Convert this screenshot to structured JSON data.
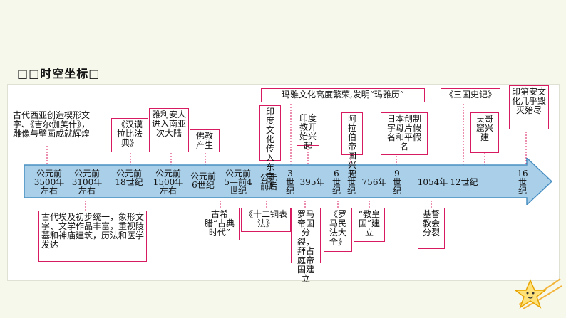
{
  "title": "□□时空坐标□",
  "timeline": {
    "points": [
      {
        "id": "p1",
        "lines": [
          "公元前",
          "3500年",
          "左右"
        ]
      },
      {
        "id": "p2",
        "lines": [
          "公元前",
          "3100年",
          "左右"
        ]
      },
      {
        "id": "p3",
        "lines": [
          "公元前",
          "18世纪"
        ]
      },
      {
        "id": "p4",
        "lines": [
          "公元前",
          "1500年",
          "左右"
        ]
      },
      {
        "id": "p5",
        "lines": [
          "公元前",
          "6世纪"
        ]
      },
      {
        "id": "p6",
        "lines": [
          "公元前",
          "5—前4",
          "世纪"
        ]
      },
      {
        "id": "p7",
        "lines": [
          "公元",
          "前后"
        ]
      },
      {
        "id": "p8",
        "text": "3\n世\n纪"
      },
      {
        "id": "p9",
        "lines": [
          "395年"
        ]
      },
      {
        "id": "p10",
        "text": "6\n世\n纪"
      },
      {
        "id": "p11",
        "text": "7\n世\n纪"
      },
      {
        "id": "p12",
        "lines": [
          "756年"
        ]
      },
      {
        "id": "p13",
        "text": "9\n世\n纪"
      },
      {
        "id": "p14",
        "lines": [
          "1054年"
        ]
      },
      {
        "id": "p15",
        "lines": [
          "12世纪"
        ]
      },
      {
        "id": "p16",
        "text": "16\n世\n纪"
      }
    ]
  },
  "above": {
    "a1": "古代西亚创造楔形文字、《吉尔伽美什》，雕像与壁画成就辉煌",
    "a2": "《汉谟拉比法典》",
    "a3": "雅利安人进入南亚次大陆",
    "a4": "佛教产生",
    "a5": "印度文化传入东南亚",
    "a6": "玛雅文化高度繁荣,发明“玛雅历”",
    "a7": "印度教开始兴起",
    "a8": "阿拉伯帝国兴起",
    "a9": "日本创制字母片假名和平假名",
    "a10": "《三国史记》",
    "a11": "吴哥窟兴建",
    "a12": "印第安文化几乎毁灭殆尽"
  },
  "below": {
    "b1": "古代埃及初步统一，象形文字、文学作品丰富，重视陵墓和神庙建筑，历法和医学发达",
    "b2": "古希腊“古典时代”",
    "b3": "《十二铜表法》",
    "b4": "罗马帝国分裂，拜占庭帝国建立",
    "b5": "《罗马民法大全》",
    "b6": "“教皇国”建立",
    "b7": "基督教会分裂"
  },
  "colors": {
    "arrow_fill": "#a9cfe9",
    "arrow_stroke": "#4a90c2",
    "box_border": "#d81b60",
    "connector": "#d81b60",
    "background": "#f7f8ec"
  }
}
